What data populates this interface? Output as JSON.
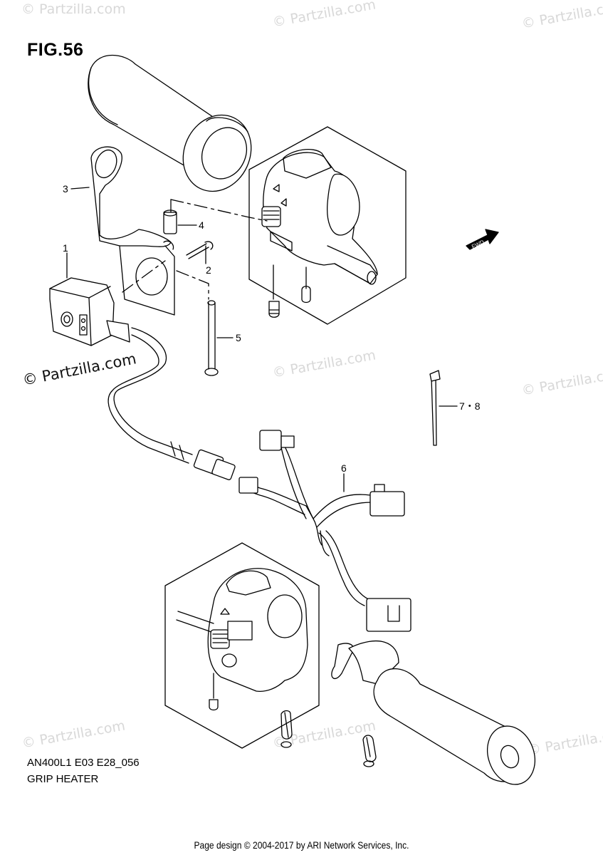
{
  "figure": {
    "title": "FIG.56",
    "model_code": "AN400L1 E03 E28_056",
    "name": "GRIP HEATER"
  },
  "watermark": {
    "text": "© Partzilla.com",
    "side_text": "© Partzilla.com"
  },
  "direction_arrow": {
    "text": "FWD"
  },
  "callouts": [
    {
      "number": "1"
    },
    {
      "number": "2"
    },
    {
      "number": "3"
    },
    {
      "number": "4"
    },
    {
      "number": "5"
    },
    {
      "number": "6"
    },
    {
      "number": "7・8"
    }
  ],
  "footer": "Page design © 2004-2017 by ARI Network Services, Inc."
}
